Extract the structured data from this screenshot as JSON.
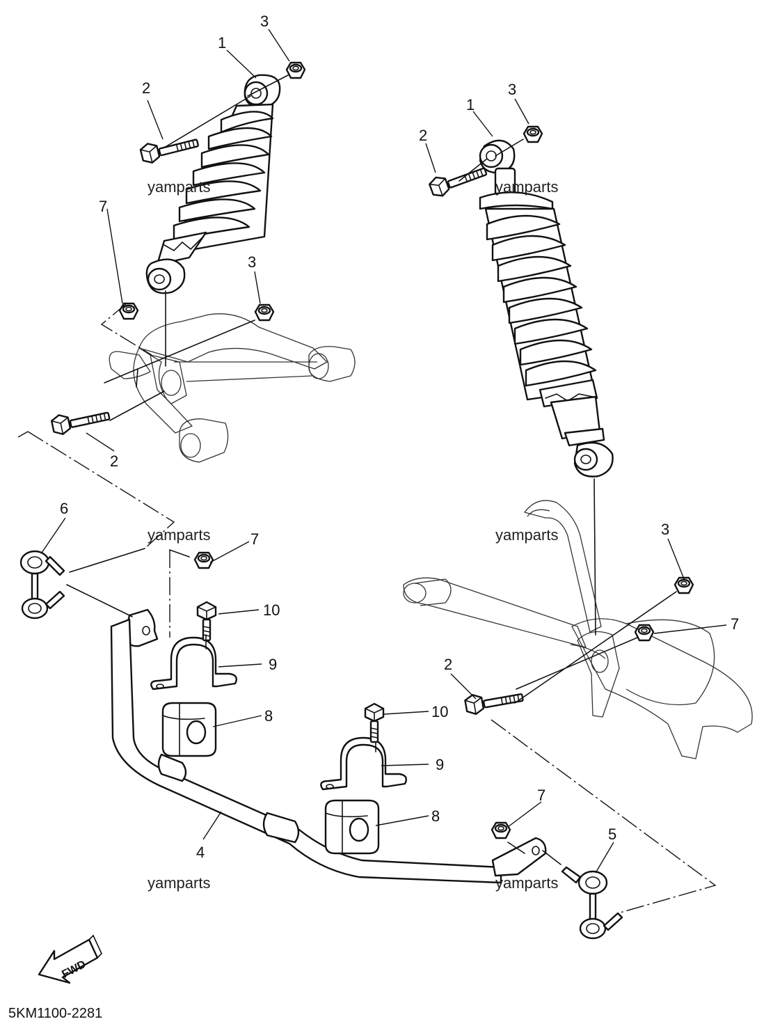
{
  "diagram": {
    "diagram_code": "5KM1100-2281",
    "watermark": "yamparts",
    "fwd_label": "FWD",
    "callouts": {
      "n1": "1",
      "n2": "2",
      "n3": "3",
      "n4": "4",
      "n5": "5",
      "n6": "6",
      "n7": "7",
      "n8": "8",
      "n9": "9",
      "n10": "10"
    }
  }
}
